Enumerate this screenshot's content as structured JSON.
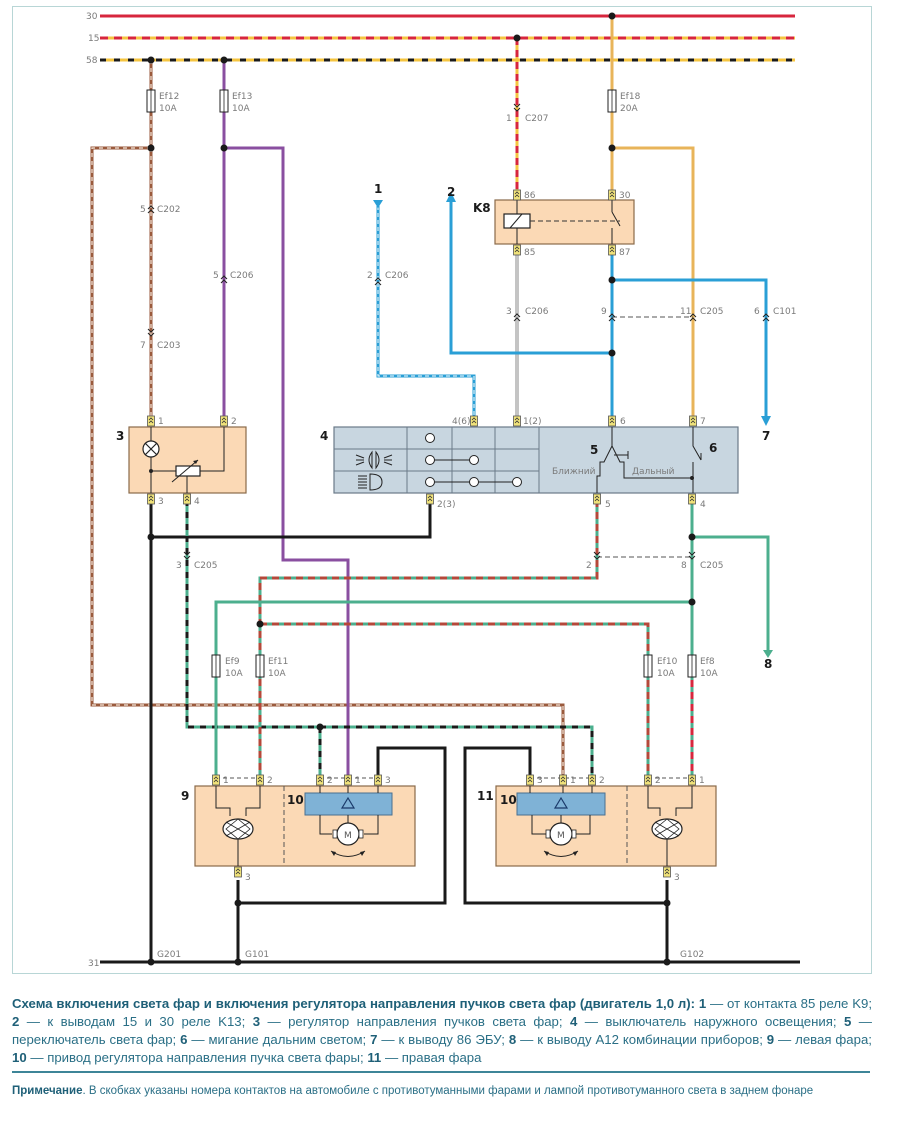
{
  "colors": {
    "red": "#d7263d",
    "yellow": "#f5c542",
    "orange_wire": "#e8b45a",
    "black": "#1a1a1a",
    "purple": "#8a4fa0",
    "blue": "#2a9fd6",
    "teal": "#4caf8e",
    "brown": "#9a5a3c",
    "component_fill": "#fbd9b5",
    "switch_fill": "#c8d6e0",
    "actuator_fill": "#7fb2d6",
    "caption": "#2a6f86",
    "frame": "#b8d6d6"
  },
  "buses": [
    {
      "id": "30",
      "label": "30"
    },
    {
      "id": "15",
      "label": "15"
    },
    {
      "id": "58",
      "label": "58"
    },
    {
      "id": "31",
      "label": "31"
    }
  ],
  "fuses": [
    {
      "name": "Ef12",
      "rating": "10A"
    },
    {
      "name": "Ef13",
      "rating": "10A"
    },
    {
      "name": "Ef18",
      "rating": "20A"
    },
    {
      "name": "Ef9",
      "rating": "10A"
    },
    {
      "name": "Ef11",
      "rating": "10A"
    },
    {
      "name": "Ef10",
      "rating": "10A"
    },
    {
      "name": "Ef8",
      "rating": "10A"
    }
  ],
  "connectors": {
    "c207": {
      "pin": "1",
      "name": "C207"
    },
    "c202": {
      "pin": "5",
      "name": "C202"
    },
    "c206_5": {
      "pin": "5",
      "name": "C206"
    },
    "c203": {
      "pin": "7",
      "name": "C203"
    },
    "c206_2": {
      "pin": "2",
      "name": "C206"
    },
    "c206_3": {
      "pin": "3",
      "name": "C206"
    },
    "c205_9": {
      "pin": "9",
      "name": ""
    },
    "c205_11": {
      "pin": "11",
      "name": "C205"
    },
    "c101": {
      "pin": "6",
      "name": "C101"
    },
    "c205_3": {
      "pin": "3",
      "name": "C205"
    },
    "c205_2": {
      "pin": "2",
      "name": ""
    },
    "c205_8": {
      "pin": "8",
      "name": "C205"
    }
  },
  "relay": {
    "name": "K8",
    "pins": {
      "p86": "86",
      "p30": "30",
      "p85": "85",
      "p87": "87"
    }
  },
  "pins": {
    "reg_1": "1",
    "reg_2": "2",
    "reg_3": "3",
    "reg_4": "4",
    "sw_46": "4(6)",
    "sw_12": "1(2)",
    "sw_6": "6",
    "sw_7": "7",
    "sw_23": "2(3)",
    "sw_5": "5",
    "sw_4": "4",
    "hl_l_1": "1",
    "hl_l_2": "2",
    "hl_l_3": "3",
    "act_l_2": "2",
    "act_l_1": "1",
    "act_l_3": "3",
    "act_r_3": "3",
    "act_r_1": "1",
    "act_r_2": "2",
    "hl_r_2": "2",
    "hl_r_1": "1",
    "hl_r_3": "3"
  },
  "grounds": [
    "G201",
    "G101",
    "G102"
  ],
  "component_numbers": {
    "n1": "1",
    "n2": "2",
    "n3": "3",
    "n4": "4",
    "n5": "5",
    "n6": "6",
    "n7": "7",
    "n8": "8",
    "n9": "9",
    "n10a": "10",
    "n10b": "10",
    "n11": "11"
  },
  "switch_labels": {
    "low": "Ближний",
    "high": "Дальный"
  },
  "motor_label": "M",
  "caption": {
    "title": "Схема включения света фар и включения регулятора направления пучков света фар (двигатель 1,0 л):",
    "items": [
      {
        "num": "1",
        "text": "— от контакта 85 реле K9;"
      },
      {
        "num": "2",
        "text": "— к выводам 15 и 30 реле K13;"
      },
      {
        "num": "3",
        "text": "— регулятор направления пучков света фар;"
      },
      {
        "num": "4",
        "text": "— выключатель наружного освещения;"
      },
      {
        "num": "5",
        "text": "— переключатель света фар;"
      },
      {
        "num": "6",
        "text": "— мигание дальним светом;"
      },
      {
        "num": "7",
        "text": "— к выводу 86 ЭБУ;"
      },
      {
        "num": "8",
        "text": "— к выводу A12 комбинации приборов;"
      },
      {
        "num": "9",
        "text": "— левая фара;"
      },
      {
        "num": "10",
        "text": "— привод регулятора направления пучка света фары;"
      },
      {
        "num": "11",
        "text": "— правая фара"
      }
    ]
  },
  "note": {
    "label": "Примечание",
    "text": ". В скобках указаны номера контактов на автомобиле с противотуманными фарами и лампой противотуманного света в заднем фонаре"
  }
}
